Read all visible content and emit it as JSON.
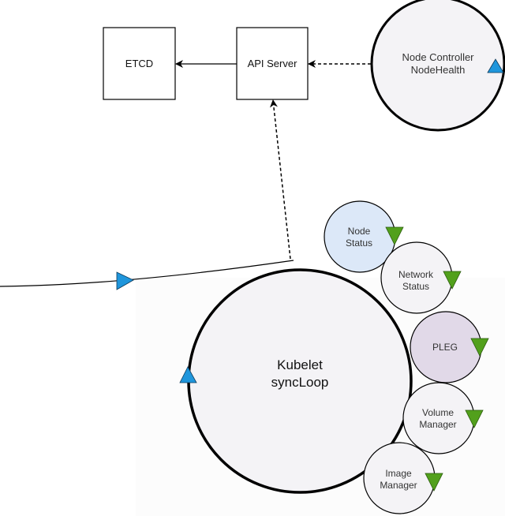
{
  "title": "Kubelet syncLoop node status reporting",
  "colors": {
    "stroke": "#000000",
    "circle_fill": "#f4f3f6",
    "node_status_fill": "#dce8f8",
    "pleg_fill": "#e1d9e8",
    "blue_marker": "#1f96dc",
    "green_marker": "#52a01c",
    "text": "#333333"
  },
  "nodes": {
    "etcd": {
      "label": "ETCD"
    },
    "api_server": {
      "label": "API Server"
    },
    "node_controller": {
      "line1": "Node Controller",
      "line2": "NodeHealth"
    },
    "kubelet": {
      "line1": "Kubelet",
      "line2": "syncLoop"
    },
    "node_status": {
      "line1": "Node",
      "line2": "Status"
    },
    "network_status": {
      "line1": "Network",
      "line2": "Status"
    },
    "pleg": {
      "line1": "PLEG"
    },
    "volume_manager": {
      "line1": "Volume",
      "line2": "Manager"
    },
    "image_manager": {
      "line1": "Image",
      "line2": "Manager"
    }
  },
  "edges": [
    {
      "from": "API Server",
      "to": "ETCD",
      "style": "solid"
    },
    {
      "from": "Node Controller",
      "to": "API Server",
      "style": "dashed"
    },
    {
      "from": "Kubelet syncLoop",
      "to": "API Server",
      "style": "dashed"
    },
    {
      "from": "external",
      "to": "Kubelet syncLoop",
      "style": "solid"
    }
  ]
}
